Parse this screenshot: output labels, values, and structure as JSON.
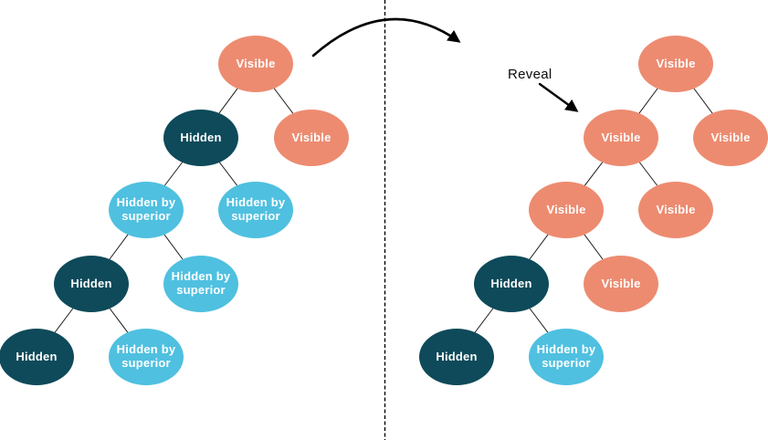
{
  "colors": {
    "visible": "#ED8B70",
    "hidden": "#0E4A5A",
    "hidden_by_superior": "#4FC0E0",
    "edge": "#1c1c1c",
    "arrow": "#000000",
    "background": "#ffffff"
  },
  "annotation": {
    "reveal_label": "Reveal",
    "transfer_arrow_icon": "curved-arrow-right",
    "reveal_arrow_icon": "arrow-down-right",
    "divider_icon": "dashed-vertical-line"
  },
  "left_tree": {
    "title": "before-reveal",
    "nodes": [
      {
        "label": "Visible",
        "state": "visible"
      },
      {
        "label": "Hidden",
        "state": "hidden"
      },
      {
        "label": "Visible",
        "state": "visible"
      },
      {
        "label": "Hidden by superior",
        "state": "hidden_by_superior"
      },
      {
        "label": "Hidden by superior",
        "state": "hidden_by_superior"
      },
      {
        "label": "Hidden",
        "state": "hidden"
      },
      {
        "label": "Hidden by superior",
        "state": "hidden_by_superior"
      },
      {
        "label": "Hidden",
        "state": "hidden"
      },
      {
        "label": "Hidden by superior",
        "state": "hidden_by_superior"
      }
    ]
  },
  "right_tree": {
    "title": "after-reveal",
    "nodes": [
      {
        "label": "Visible",
        "state": "visible"
      },
      {
        "label": "Visible",
        "state": "visible"
      },
      {
        "label": "Visible",
        "state": "visible"
      },
      {
        "label": "Visible",
        "state": "visible"
      },
      {
        "label": "Visible",
        "state": "visible"
      },
      {
        "label": "Hidden",
        "state": "hidden"
      },
      {
        "label": "Visible",
        "state": "visible"
      },
      {
        "label": "Hidden",
        "state": "hidden"
      },
      {
        "label": "Hidden by superior",
        "state": "hidden_by_superior"
      }
    ]
  }
}
